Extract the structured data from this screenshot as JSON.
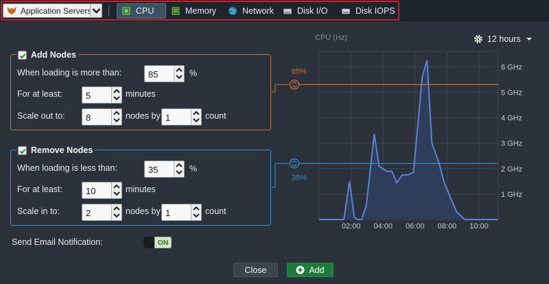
{
  "topbar": {
    "server_label": "Application Servers",
    "tabs": [
      {
        "label": "CPU",
        "active": true,
        "icon": "cpu-icon"
      },
      {
        "label": "Memory",
        "active": false,
        "icon": "memory-icon"
      },
      {
        "label": "Network",
        "active": false,
        "icon": "network-icon"
      },
      {
        "label": "Disk I/O",
        "active": false,
        "icon": "disk-icon"
      },
      {
        "label": "Disk IOPS",
        "active": false,
        "icon": "disk-icon"
      }
    ]
  },
  "add_nodes": {
    "title": "Add Nodes",
    "checked": true,
    "loading_label": "When loading is more than:",
    "loading_value": "85",
    "loading_unit": "%",
    "atleast_label": "For at least:",
    "atleast_value": "5",
    "atleast_unit": "minutes",
    "scale_label": "Scale out to:",
    "scale_value": "8",
    "nodes_by_label": "nodes by",
    "count_value": "1",
    "count_label": "count"
  },
  "remove_nodes": {
    "title": "Remove Nodes",
    "checked": true,
    "loading_label": "When loading is less than:",
    "loading_value": "35",
    "loading_unit": "%",
    "atleast_label": "For at least:",
    "atleast_value": "10",
    "atleast_unit": "minutes",
    "scale_label": "Scale in to:",
    "scale_value": "2",
    "nodes_by_label": "nodes by",
    "count_value": "1",
    "count_label": "count"
  },
  "chart_header": {
    "title": "CPU (Hz)",
    "range_label": "12 hours"
  },
  "footer": {
    "email_label": "Send Email Notification:",
    "toggle_label": "ON",
    "close_label": "Close",
    "add_label": "Add"
  },
  "colors": {
    "add_accent": "#c8743a",
    "remove_accent": "#3c8fcf",
    "series_line": "#5b82d6",
    "series_fill": "#2f3e5e",
    "add_button": "#1d7a3a"
  },
  "chart_data": {
    "type": "area",
    "title": "CPU (Hz)",
    "x_ticks": [
      "02:00",
      "04:00",
      "06:00",
      "08:00",
      "10:00"
    ],
    "y_ticks": [
      "1 GHz",
      "2 GHz",
      "3 GHz",
      "4 GHz",
      "5 GHz",
      "6 GHz"
    ],
    "y_unit": "GHz",
    "ylim": [
      0,
      6.6
    ],
    "xlim": [
      0,
      11.2
    ],
    "grid": true,
    "series": [
      {
        "x": [
          0.0,
          1.0,
          1.3,
          1.55,
          1.9,
          2.2,
          2.4,
          2.65,
          2.95,
          3.45,
          3.75,
          4.2,
          4.55,
          4.85,
          5.2,
          5.55,
          5.9,
          6.45,
          6.75,
          7.05,
          7.5,
          7.85,
          8.6,
          9.1,
          9.6,
          9.9,
          11.2
        ],
        "y": [
          0.0,
          0.0,
          0.0,
          0.0,
          1.5,
          0.1,
          0.0,
          0.0,
          0.55,
          3.35,
          2.1,
          1.9,
          1.9,
          1.45,
          1.75,
          1.75,
          1.85,
          5.6,
          6.25,
          3.0,
          2.2,
          1.4,
          0.3,
          0.0,
          0.0,
          0.0,
          0.0
        ]
      }
    ],
    "thresholds": [
      {
        "label": "85%",
        "y": 5.3
      },
      {
        "label": "35%",
        "y": 2.2
      }
    ]
  }
}
